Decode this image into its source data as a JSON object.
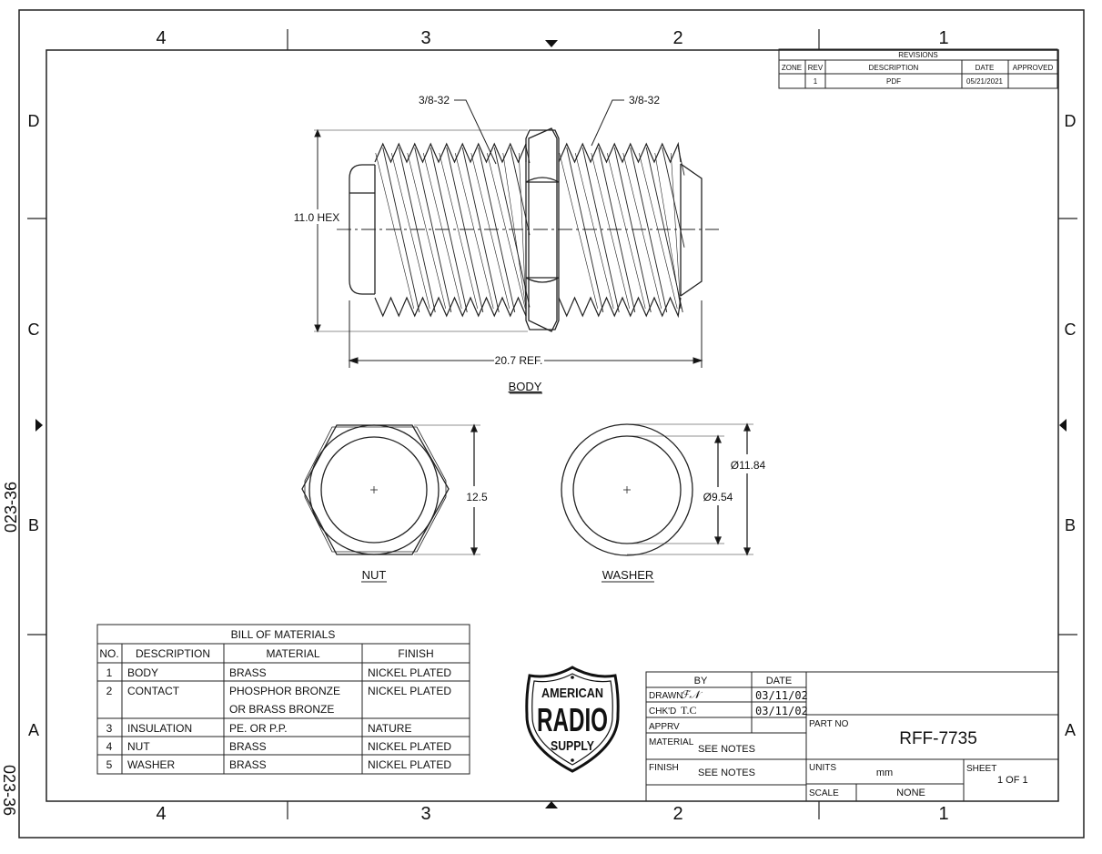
{
  "zones": {
    "columns": [
      "4",
      "3",
      "2",
      "1"
    ],
    "rows": [
      "D",
      "C",
      "B",
      "A"
    ]
  },
  "margin_code": "023-36",
  "revisions": {
    "title": "REVISIONS",
    "headers": [
      "ZONE",
      "REV",
      "DESCRIPTION",
      "DATE",
      "APPROVED"
    ],
    "rows": [
      {
        "zone": "",
        "rev": "1",
        "description": "PDF",
        "date": "05/21/2021",
        "approved": ""
      }
    ]
  },
  "body_view": {
    "thread_left": "3/8-32",
    "thread_right": "3/8-32",
    "hex_dim": "11.0 HEX",
    "length_dim": "20.7 REF.",
    "caption": "BODY"
  },
  "nut_view": {
    "dim": "12.5",
    "caption": "NUT"
  },
  "washer_view": {
    "outer_dim": "Ø11.84",
    "inner_dim": "Ø9.54",
    "caption": "WASHER"
  },
  "bom": {
    "title": "BILL OF MATERIALS",
    "headers": [
      "NO.",
      "DESCRIPTION",
      "MATERIAL",
      "FINISH"
    ],
    "rows": [
      {
        "no": "1",
        "description": "BODY",
        "material": "BRASS",
        "material2": "",
        "finish": "NICKEL PLATED"
      },
      {
        "no": "2",
        "description": "CONTACT",
        "material": "PHOSPHOR BRONZE",
        "material2": "OR BRASS BRONZE",
        "finish": "NICKEL PLATED"
      },
      {
        "no": "3",
        "description": "INSULATION",
        "material": "PE. OR P.P.",
        "material2": "",
        "finish": "NATURE"
      },
      {
        "no": "4",
        "description": "NUT",
        "material": "BRASS",
        "material2": "",
        "finish": "NICKEL PLATED"
      },
      {
        "no": "5",
        "description": "WASHER",
        "material": "BRASS",
        "material2": "",
        "finish": "NICKEL PLATED"
      }
    ]
  },
  "logo": {
    "line1": "AMERICAN",
    "line2": "RADIO",
    "line3": "SUPPLY"
  },
  "title_block": {
    "by_header": "BY",
    "date_header": "DATE",
    "drawn_label": "DRAWN",
    "drawn_by": "ℱ𝒩",
    "drawn_date": "03/11/02",
    "chkd_label": "CHK'D",
    "chkd_by": "T.C",
    "chkd_date": "03/11/02",
    "apprv_label": "APPRV",
    "material_label": "MATERIAL",
    "material_value": "SEE NOTES",
    "finish_label": "FINISH",
    "finish_value": "SEE NOTES",
    "part_no_label": "PART NO",
    "part_no": "RFF-7735",
    "units_label": "UNITS",
    "units_value": "mm",
    "sheet_label": "SHEET",
    "sheet_value": "1  OF 1",
    "scale_label": "SCALE",
    "scale_value": "NONE"
  }
}
